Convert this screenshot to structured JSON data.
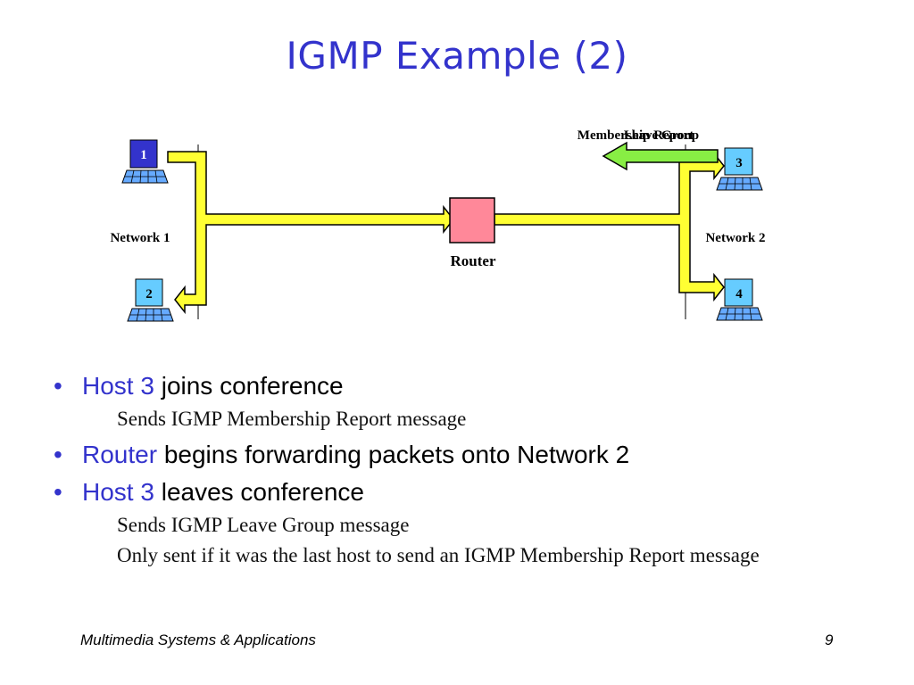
{
  "slide": {
    "title": "IGMP Example (2)"
  },
  "diagram": {
    "hosts": [
      {
        "id": "1",
        "color": "#3333cc",
        "text_color": "#ffffff"
      },
      {
        "id": "2",
        "color": "#66ccff",
        "text_color": "#000000"
      },
      {
        "id": "3",
        "color": "#66ccff",
        "text_color": "#000000"
      },
      {
        "id": "4",
        "color": "#66ccff",
        "text_color": "#000000"
      }
    ],
    "network1_label": "Network 1",
    "network2_label": "Network 2",
    "router_label": "Router",
    "message_label_a": "Membership Report",
    "message_label_b": "Leave Group",
    "link_color": "#ffff33",
    "message_arrow_color": "#88ee44",
    "router_color": "#ff8899"
  },
  "bullets": [
    {
      "highlight": "Host 3",
      "text": " joins conference",
      "subs": [
        "Sends IGMP Membership Report message"
      ]
    },
    {
      "highlight": "Router",
      "text": " begins forwarding packets onto Network 2",
      "subs": []
    },
    {
      "highlight": "Host 3",
      "text": " leaves conference",
      "subs": [
        "Sends IGMP Leave Group message",
        "Only sent if it was the last host to send an IGMP Membership Report message"
      ]
    }
  ],
  "footer": {
    "left": "Multimedia Systems & Applications",
    "page": "9"
  }
}
